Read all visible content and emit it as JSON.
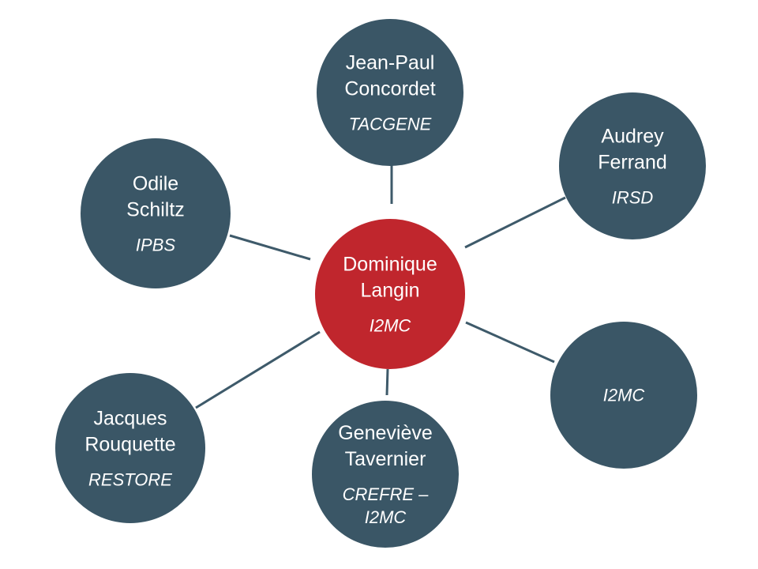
{
  "colors": {
    "center_fill": "#c0262d",
    "node_fill": "#3a5666",
    "connector": "#3e5a6a",
    "text": "#ffffff"
  },
  "center": {
    "name_lines": [
      "Dominique",
      "Langin"
    ],
    "org_lines": [
      "I2MC"
    ]
  },
  "partners": [
    {
      "id": "concordet",
      "name_lines": [
        "Jean-Paul",
        "Concordet"
      ],
      "org_lines": [
        "TACGENE"
      ]
    },
    {
      "id": "ferrand",
      "name_lines": [
        "Audrey",
        "Ferrand"
      ],
      "org_lines": [
        "IRSD"
      ]
    },
    {
      "id": "i2mc",
      "name_lines": [],
      "org_lines": [
        "I2MC"
      ]
    },
    {
      "id": "tavernier",
      "name_lines": [
        "Geneviève",
        "Tavernier"
      ],
      "org_lines": [
        "CREFRE –",
        "I2MC"
      ]
    },
    {
      "id": "rouquette",
      "name_lines": [
        "Jacques",
        "Rouquette"
      ],
      "org_lines": [
        "RESTORE"
      ]
    },
    {
      "id": "schiltz",
      "name_lines": [
        "Odile",
        "Schiltz"
      ],
      "org_lines": [
        "IPBS"
      ]
    }
  ]
}
